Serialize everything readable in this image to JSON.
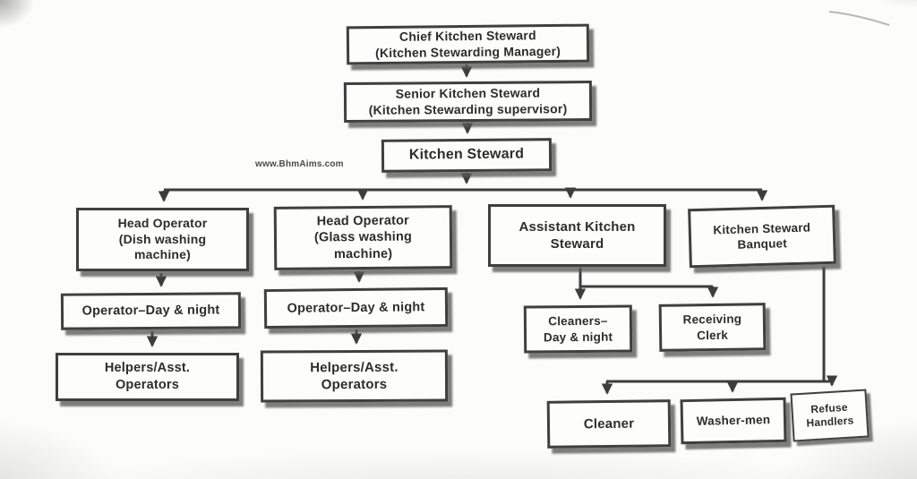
{
  "page": {
    "watermark": "www.BhmAims.com"
  },
  "colors": {
    "page_background": "#fcfcfb",
    "box_fill": "#fdfdfc",
    "box_border": "#3f3f3f",
    "connector_line": "#3d3d3d",
    "text": "#2d2d2d",
    "watermark_text": "#4a4a4a"
  },
  "org_chart": {
    "type": "org-chart",
    "nodes": [
      {
        "id": "chief_kitchen_steward",
        "label": "Chief Kitchen Steward\n(Kitchen Stewarding Manager)",
        "parent": null
      },
      {
        "id": "senior_kitchen_steward",
        "label": "Senior Kitchen Steward\n(Kitchen Stewarding supervisor)",
        "parent": "chief_kitchen_steward"
      },
      {
        "id": "kitchen_steward",
        "label": "Kitchen Steward",
        "parent": "senior_kitchen_steward"
      },
      {
        "id": "head_operator_dish",
        "label": "Head Operator\n(Dish washing\nmachine)",
        "parent": "kitchen_steward"
      },
      {
        "id": "head_operator_glass",
        "label": "Head Operator\n(Glass washing\nmachine)",
        "parent": "kitchen_steward"
      },
      {
        "id": "assistant_kitchen_steward",
        "label": "Assistant Kitchen\nSteward",
        "parent": "kitchen_steward"
      },
      {
        "id": "kitchen_steward_banquet",
        "label": "Kitchen Steward\nBanquet",
        "parent": "kitchen_steward"
      },
      {
        "id": "operator_day_night_dish",
        "label": "Operator–Day & night",
        "parent": "head_operator_dish"
      },
      {
        "id": "operator_day_night_glass",
        "label": "Operator–Day & night",
        "parent": "head_operator_glass"
      },
      {
        "id": "helpers_asst_operators_dish",
        "label": "Helpers/Asst.\nOperators",
        "parent": "operator_day_night_dish"
      },
      {
        "id": "helpers_asst_operators_glass",
        "label": "Helpers/Asst.\nOperators",
        "parent": "operator_day_night_glass"
      },
      {
        "id": "cleaners_day_night",
        "label": "Cleaners–\nDay & night",
        "parent": "assistant_kitchen_steward"
      },
      {
        "id": "receiving_clerk",
        "label": "Receiving\nClerk",
        "parent": "assistant_kitchen_steward"
      },
      {
        "id": "cleaner",
        "label": "Cleaner",
        "parent": "kitchen_steward_banquet"
      },
      {
        "id": "washer_men",
        "label": "Washer-men",
        "parent": "kitchen_steward_banquet"
      },
      {
        "id": "refuse_handlers",
        "label": "Refuse\nHandlers",
        "parent": "kitchen_steward_banquet"
      }
    ]
  }
}
